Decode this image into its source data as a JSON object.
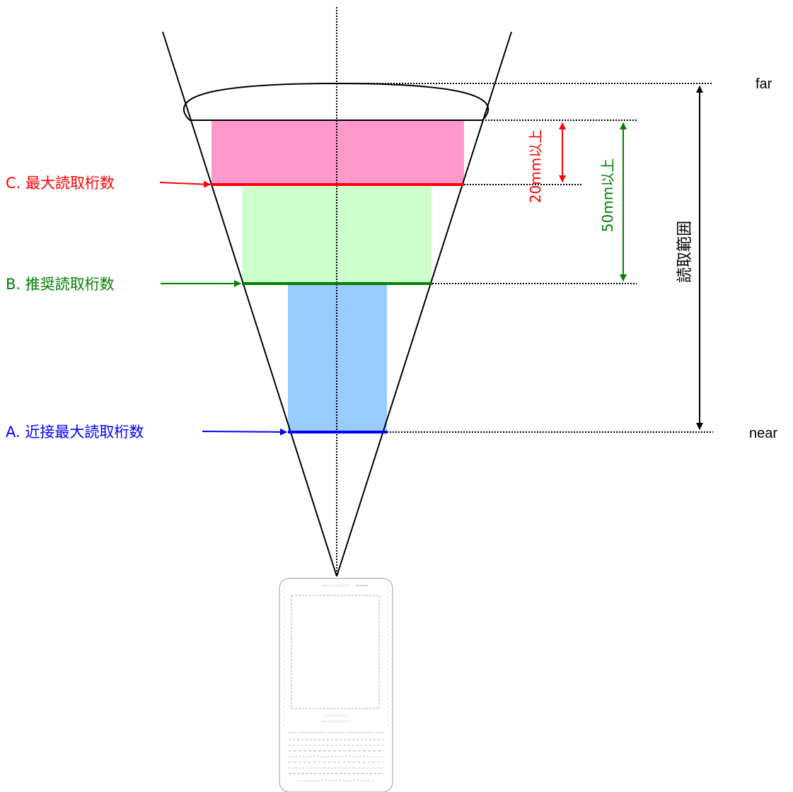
{
  "range_labels": {
    "far": "far",
    "near": "near",
    "reading_range": "読取範囲"
  },
  "levels": {
    "c": {
      "label": "C. 最大読取桁数",
      "color": "#ff0000",
      "fill": "#ff99cc"
    },
    "b": {
      "label": "B. 推奨読取桁数",
      "color": "#008000",
      "fill": "#ccffcc"
    },
    "a": {
      "label": "A. 近接最大読取桁数",
      "color": "#0000ff",
      "fill": "#99ccff"
    }
  },
  "dimensions": {
    "red": {
      "text": "20mm以上",
      "color": "#ff0000"
    },
    "green": {
      "text": "50mm以上",
      "color": "#008000"
    }
  },
  "colors": {
    "outline": "#000000",
    "scanner": "#9a9a9a"
  }
}
